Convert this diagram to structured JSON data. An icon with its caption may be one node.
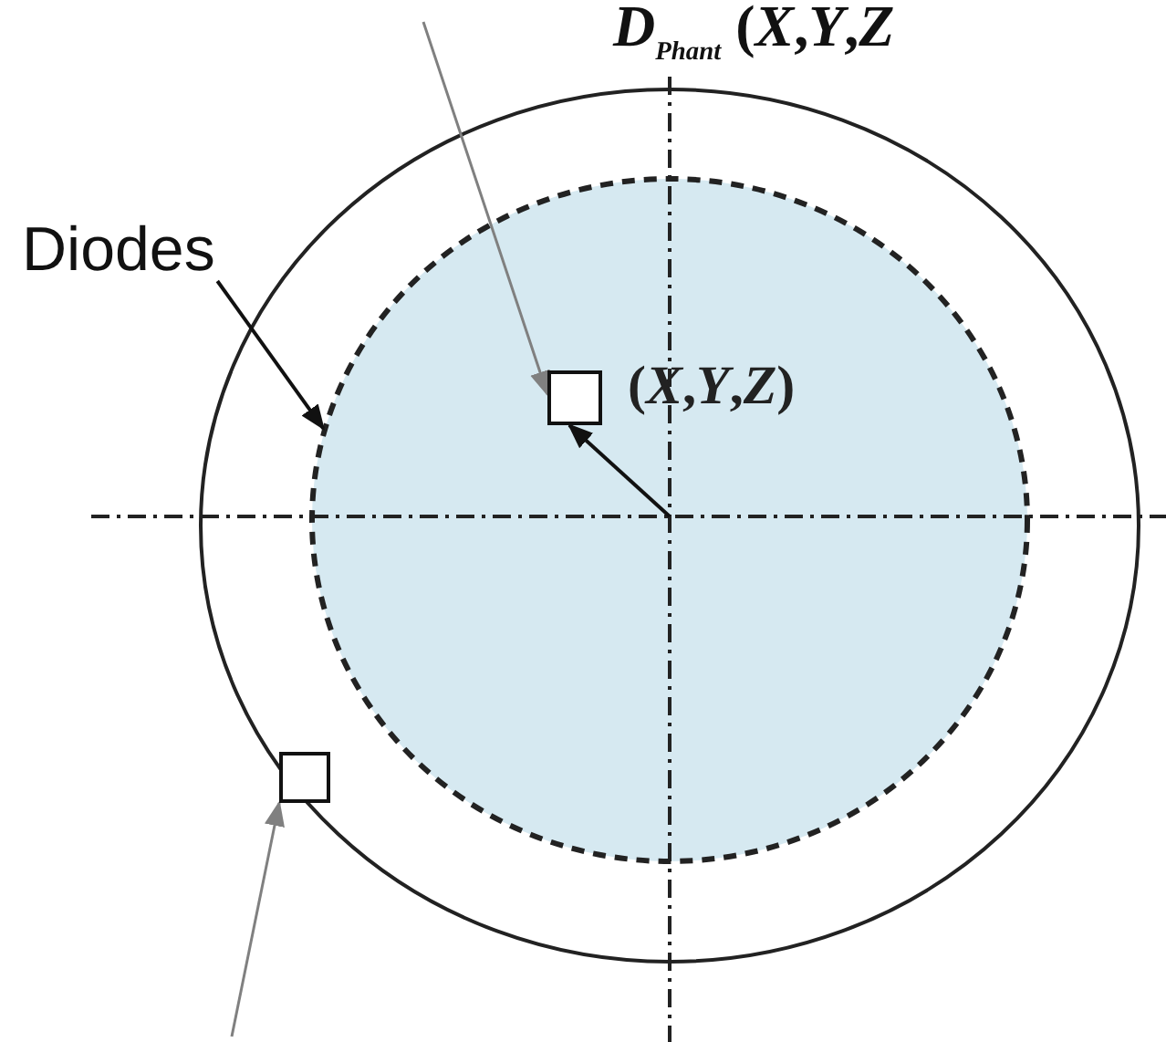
{
  "diagram": {
    "nodes": [
      {
        "text": [
          "Diodes"
        ]
      },
      {
        "text": [],
        "shape": "circle"
      },
      {
        "text": [],
        "shape": "circle",
        "in": 1
      },
      {
        "text": [],
        "shape": "box",
        "in": 2,
        "beside": [
          "(*X*,*Y*,*Z*)"
        ]
      },
      {
        "text": [],
        "shape": "box",
        "in": 1
      }
    ],
    "edges": [
      {
        "from": 0,
        "to": 2,
        "arrow": "to"
      },
      {
        "from": null,
        "to": 3,
        "arrow": "to",
        "color": "#808080"
      },
      {
        "from": null,
        "to": 3,
        "arrow": "to"
      },
      {
        "from": null,
        "to": 4,
        "arrow": "to",
        "color": "#808080"
      }
    ],
    "labels": [
      "*D*$_{Phant}$ (*X*,*Y*,*Z*"
    ]
  }
}
